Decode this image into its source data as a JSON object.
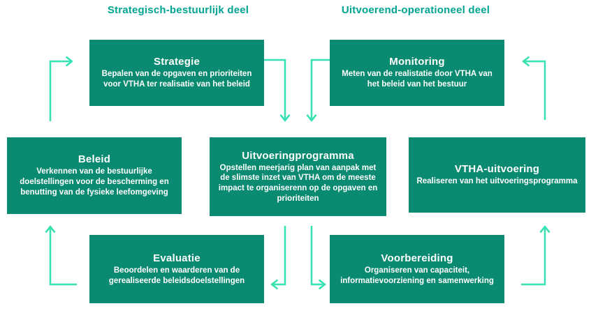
{
  "headers": {
    "strategic": "Strategisch-bestuurlijk deel",
    "operational": "Uitvoerend-operationeel deel"
  },
  "boxes": {
    "strategie": {
      "title": "Strategie",
      "description": "Bepalen van de opgaven en prioriteiten voor VTHA ter realisatie van het beleid"
    },
    "monitoring": {
      "title": "Monitoring",
      "description": "Meten van de realistatie door VTHA van het beleid van het bestuur"
    },
    "beleid": {
      "title": "Beleid",
      "description": "Verkennen van de bestuurlijke doelstellingen voor de bescherming en benutting van de fysieke leefomgeving"
    },
    "uitvoeringprogramma": {
      "title": "Uitvoeringprogramma",
      "description": "Opstellen meerjarig plan van aanpak met de slimste inzet van VTHA om de meeste impact te organiserenn op de opgaven en prioriteiten"
    },
    "vtha_uitvoering": {
      "title": "VTHA-uitvoering",
      "description": "Realiseren van het uitvoeringsprogramma"
    },
    "evaluatie": {
      "title": "Evaluatie",
      "description": "Beoordelen en waarderen van de gerealiseerde beleidsdoelstellingen"
    },
    "voorbereiding": {
      "title": "Voorbereiding",
      "description": "Organiseren van capaciteit, informatievoorziening en samenwerking"
    }
  },
  "arrows": [
    {
      "from": "beleid",
      "to": "strategie"
    },
    {
      "from": "strategie",
      "to": "uitvoeringprogramma"
    },
    {
      "from": "monitoring",
      "to": "uitvoeringprogramma"
    },
    {
      "from": "vtha_uitvoering",
      "to": "monitoring"
    },
    {
      "from": "uitvoeringprogramma",
      "to": "evaluatie"
    },
    {
      "from": "uitvoeringprogramma",
      "to": "voorbereiding"
    },
    {
      "from": "evaluatie",
      "to": "beleid"
    },
    {
      "from": "voorbereiding",
      "to": "vtha_uitvoering"
    }
  ],
  "colors": {
    "box_fill": "#0a8a70",
    "box_text": "#ffffff",
    "header_text": "#00a491",
    "arrow": "#36e2b4",
    "background": "#ffffff"
  }
}
